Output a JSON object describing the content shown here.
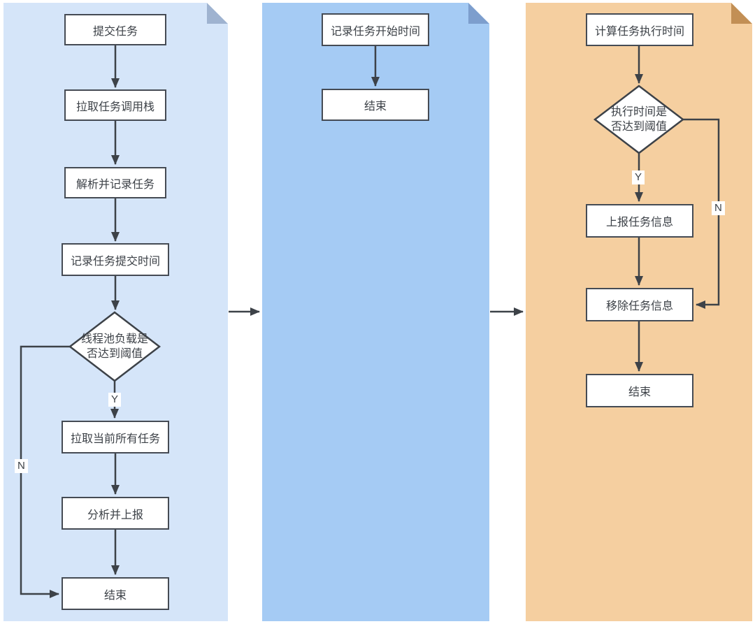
{
  "colors": {
    "line": "#3d4248",
    "node_border": "#454b54",
    "node_fill": "#ffffff",
    "text": "#3c4147"
  },
  "panels": [
    {
      "id": "task-submit-stage",
      "bg": "#d5e5f9",
      "fold": "#9fb3d0",
      "nodes": {
        "submit": "提交任务",
        "pull_stack": "拉取任务调用栈",
        "parse_record": "解析并记录任务",
        "record_submit_time": "记录任务提交时间",
        "decision_line1": "线程池负载是",
        "decision_line2": "否达到阈值",
        "yes_label": "Y",
        "no_label": "N",
        "pull_all": "拉取当前所有任务",
        "analyze_report": "分析并上报",
        "end": "结束"
      }
    },
    {
      "id": "task-start-stage",
      "bg": "#a5cbf4",
      "fold": "#7d9ecd",
      "nodes": {
        "record_start_time": "记录任务开始时间",
        "end": "结束"
      }
    },
    {
      "id": "task-finish-stage",
      "bg": "#f5cfa0",
      "fold": "#c28f55",
      "nodes": {
        "calc_exec_time": "计算任务执行时间",
        "decision_line1": "执行时间是",
        "decision_line2": "否达到阈值",
        "yes_label": "Y",
        "no_label": "N",
        "report_info": "上报任务信息",
        "remove_info": "移除任务信息",
        "end": "结束"
      }
    }
  ]
}
